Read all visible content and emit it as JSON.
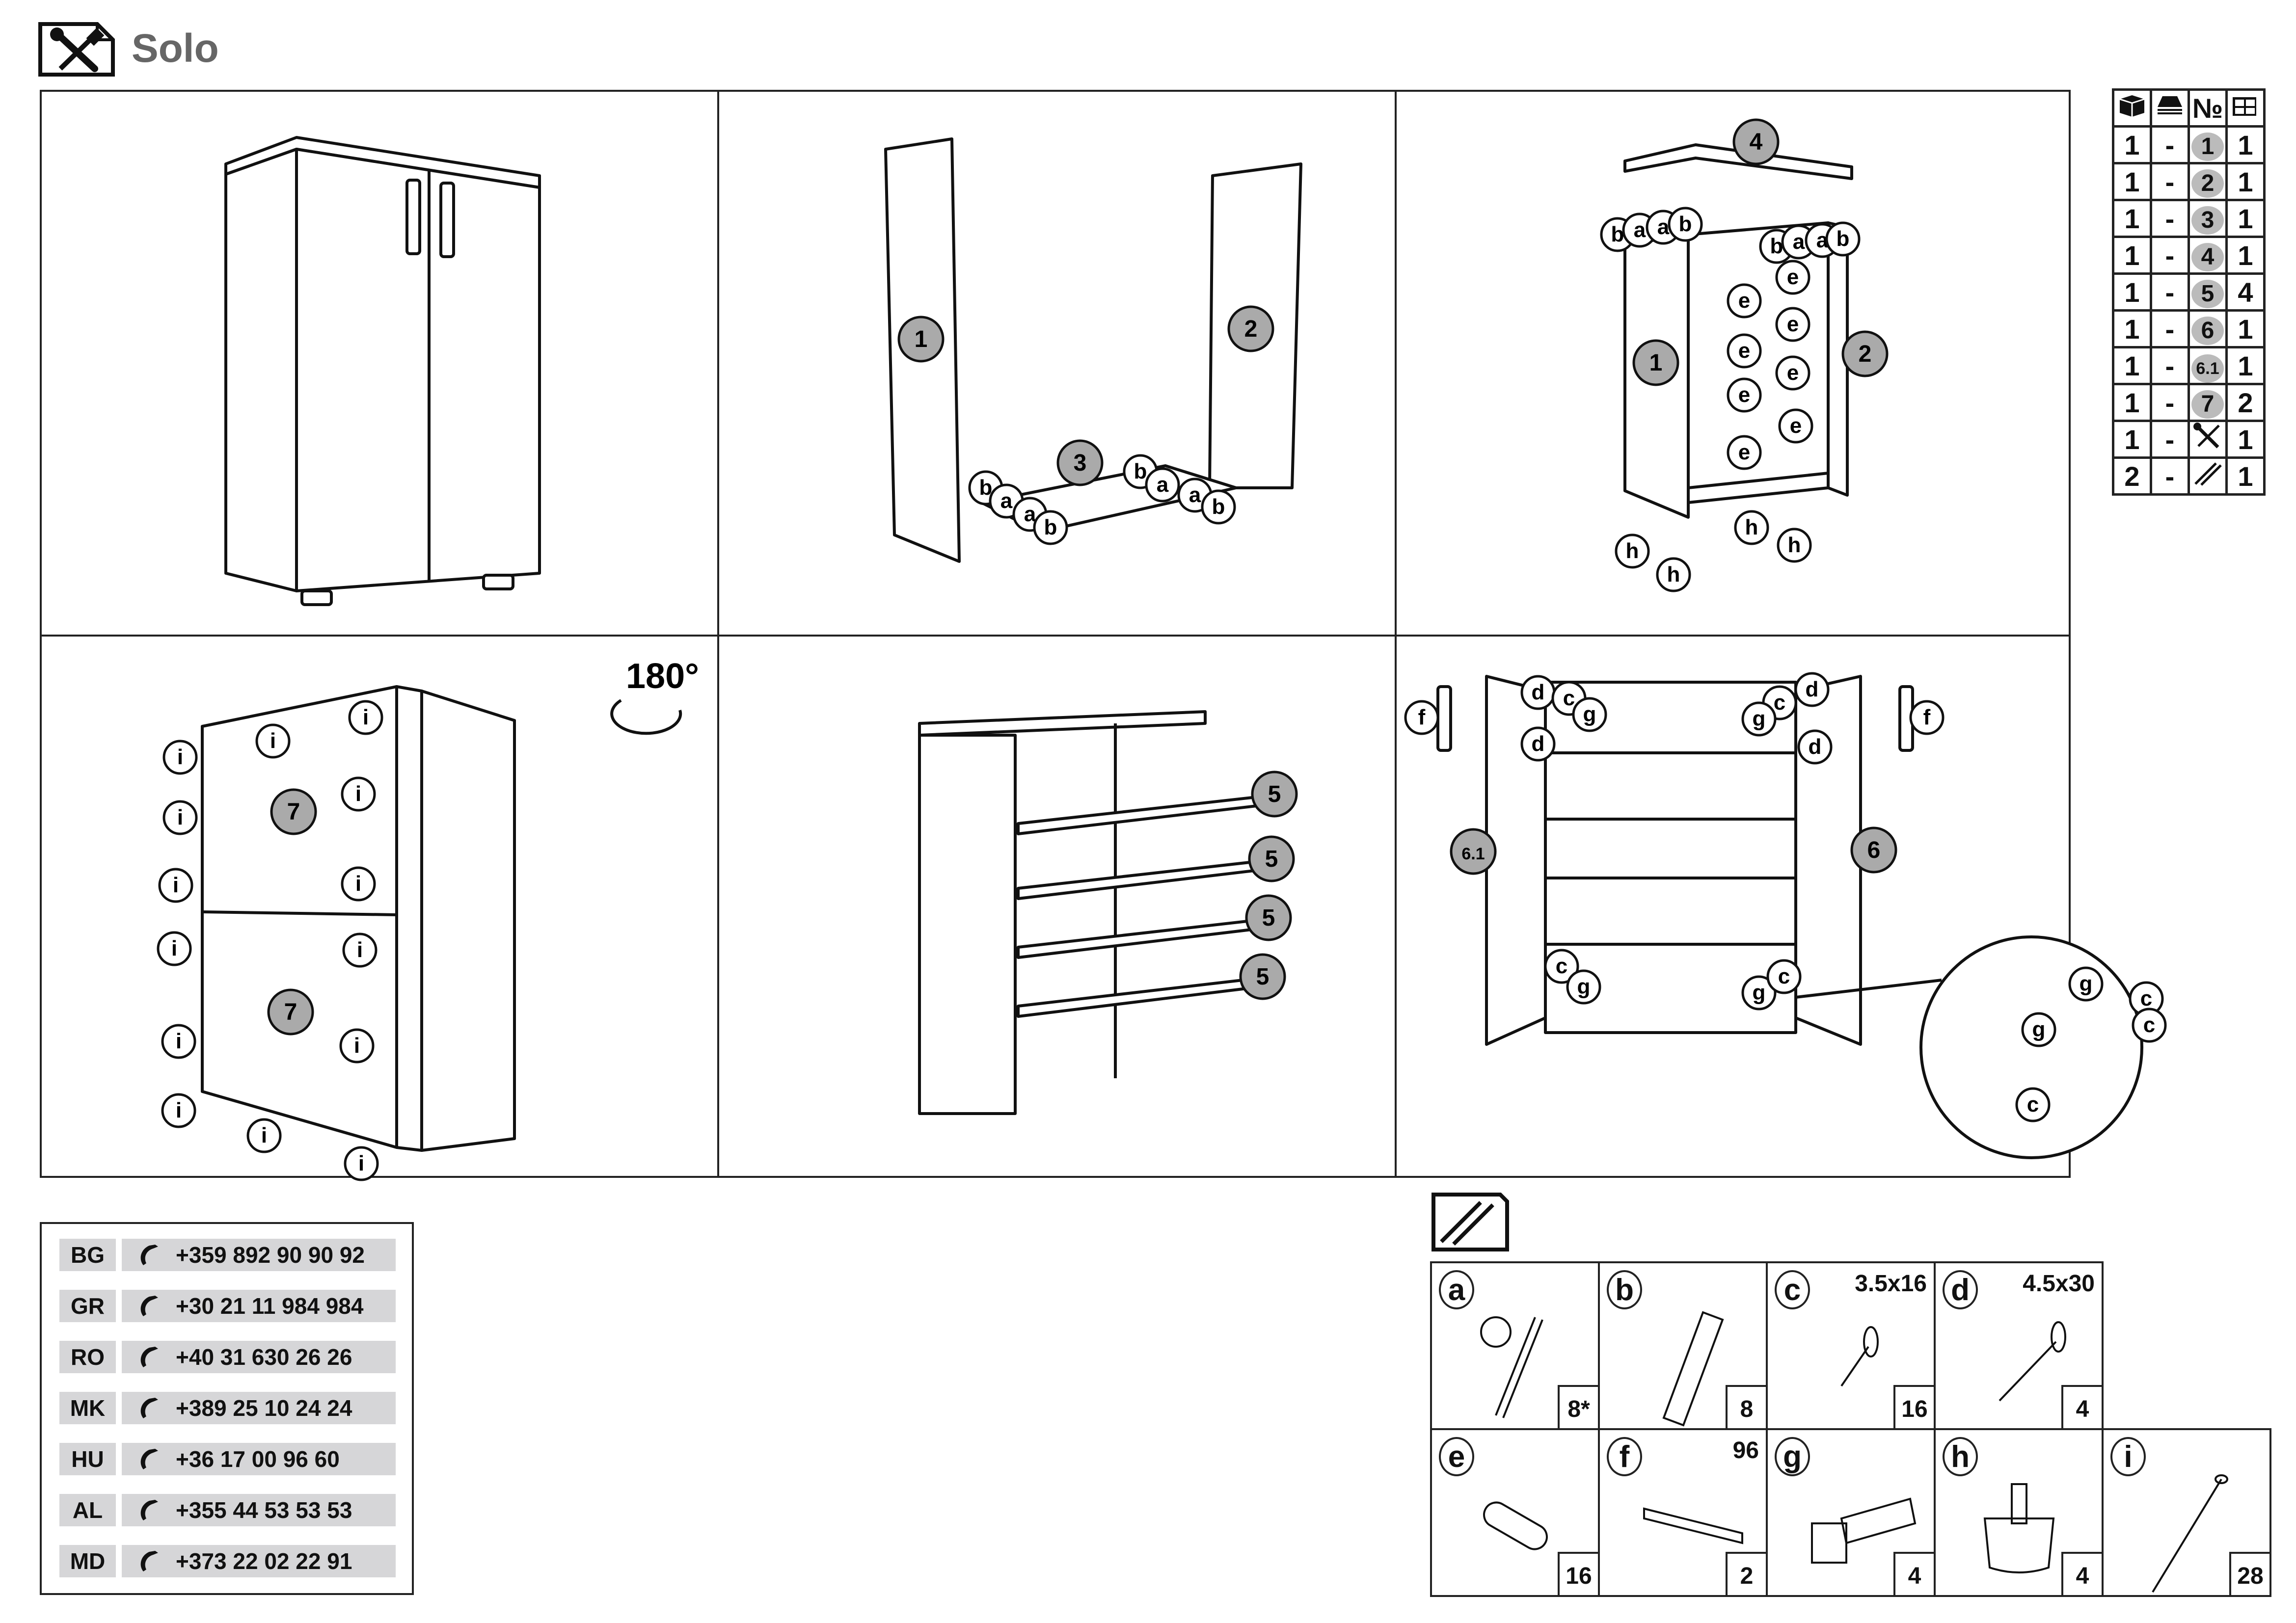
{
  "header": {
    "title": "Solo",
    "icon": "tools-icon"
  },
  "steps": {
    "step2": {
      "callouts": [
        "1",
        "2",
        "3",
        "b",
        "a",
        "a",
        "b",
        "b",
        "a",
        "a",
        "b"
      ]
    },
    "step3": {
      "callouts": [
        "4",
        "b",
        "a",
        "a",
        "b",
        "b",
        "a",
        "a",
        "b",
        "1",
        "2",
        "e",
        "e",
        "e",
        "e",
        "e",
        "e",
        "e",
        "e",
        "h",
        "h",
        "h",
        "h"
      ]
    },
    "step4": {
      "rotation": "180°",
      "callouts": [
        "7",
        "7",
        "i",
        "i",
        "i",
        "i",
        "i",
        "i",
        "i",
        "i",
        "i",
        "i",
        "i",
        "i",
        "i",
        "i"
      ]
    },
    "step5": {
      "callouts": [
        "5",
        "5",
        "5",
        "5"
      ]
    },
    "step6": {
      "callouts": [
        "f",
        "d",
        "c",
        "g",
        "d",
        "c",
        "d",
        "g",
        "d",
        "f",
        "6.1",
        "6",
        "c",
        "g",
        "g",
        "c",
        "g",
        "c",
        "c",
        "g",
        "c"
      ]
    }
  },
  "parts_table": {
    "header_icons": [
      "box-icon",
      "boards-stack-icon",
      "number-sign",
      "packages-icon"
    ],
    "number_header": "№",
    "rows": [
      {
        "box": "1",
        "stack": "-",
        "part": "1",
        "qty": "1"
      },
      {
        "box": "1",
        "stack": "-",
        "part": "2",
        "qty": "1"
      },
      {
        "box": "1",
        "stack": "-",
        "part": "3",
        "qty": "1"
      },
      {
        "box": "1",
        "stack": "-",
        "part": "4",
        "qty": "1"
      },
      {
        "box": "1",
        "stack": "-",
        "part": "5",
        "qty": "4"
      },
      {
        "box": "1",
        "stack": "-",
        "part": "6",
        "qty": "1"
      },
      {
        "box": "1",
        "stack": "-",
        "part": "6.1",
        "qty": "1"
      },
      {
        "box": "1",
        "stack": "-",
        "part": "7",
        "qty": "2"
      },
      {
        "box": "1",
        "stack": "-",
        "part": "tools-icon",
        "qty": "1"
      },
      {
        "box": "2",
        "stack": "-",
        "part": "screws-icon",
        "qty": "1"
      }
    ]
  },
  "phones": [
    {
      "code": "BG",
      "number": "+359 892 90 90 92"
    },
    {
      "code": "GR",
      "number": "+30 21 11 984 984"
    },
    {
      "code": "RO",
      "number": "+40 31 630 26 26"
    },
    {
      "code": "MK",
      "number": "+389 25 10 24 24"
    },
    {
      "code": "HU",
      "number": "+36 17 00 96 60"
    },
    {
      "code": "AL",
      "number": "+355 44 53 53 53"
    },
    {
      "code": "MD",
      "number": "+373 22 02 22 91"
    }
  ],
  "hardware": [
    {
      "letter": "a",
      "size": "",
      "count": "8*"
    },
    {
      "letter": "b",
      "size": "",
      "count": "8"
    },
    {
      "letter": "c",
      "size": "3.5x16",
      "count": "16"
    },
    {
      "letter": "d",
      "size": "4.5x30",
      "count": "4"
    },
    {
      "letter": "e",
      "size": "",
      "count": "16"
    },
    {
      "letter": "f",
      "size": "96",
      "count": "2"
    },
    {
      "letter": "g",
      "size": "",
      "count": "4"
    },
    {
      "letter": "h",
      "size": "",
      "count": "4"
    },
    {
      "letter": "i",
      "size": "",
      "count": "28"
    }
  ]
}
